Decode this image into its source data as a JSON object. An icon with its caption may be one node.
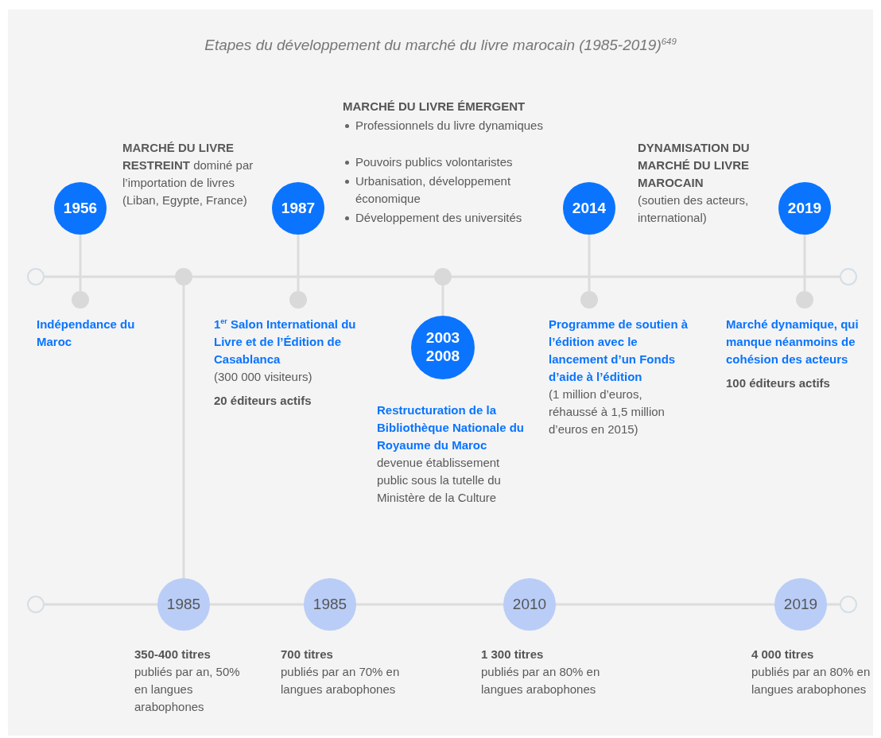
{
  "diagram": {
    "title": "Etapes du développement du marché du livre marocain (1985-2019)$^{649}$",
    "nodes": [
      {
        "text": [],
        "shape": "circle"
      },
      {
        "text": [
          "1956"
        ]
      },
      {
        "text": [],
        "shape": "circle",
        "beside": [
          "Indépendance du Maroc"
        ]
      },
      {
        "text": [],
        "shape": "circle"
      },
      {
        "text": [
          "1987"
        ]
      },
      {
        "text": [],
        "shape": "circle",
        "beside": [
          "1$^{er}$ Salon International du Livre et de l’Édition de Casablanca",
          "(300 000 visiteurs)",
          "20 éditeurs actifs"
        ]
      },
      {
        "text": [],
        "shape": "circle"
      },
      {
        "text": [
          "2003 2008"
        ],
        "beside": [
          "Restructuration de la Bibliothèque Nationale du Royaume du Maroc",
          "devenue établissement public sous la tutelle du Ministère de la Culture"
        ]
      },
      {
        "text": [
          "2014"
        ]
      },
      {
        "text": [],
        "shape": "circle",
        "beside": [
          "Programme de soutien à l’édition avec le lancement d’un Fonds d’aide à l’édition",
          "(1 million d’euros, réhaussé à 1,5 million d’euros en 2015)"
        ]
      },
      {
        "text": [
          "2019"
        ]
      },
      {
        "text": [],
        "shape": "circle",
        "beside": [
          "Marché dynamique, qui manque néanmoins de cohésion des acteurs",
          "100 éditeurs actifs"
        ]
      },
      {
        "text": [],
        "shape": "circle"
      },
      {
        "text": [],
        "shape": "circle"
      },
      {
        "text": [
          "1985"
        ],
        "beside": [
          "350-400 titres",
          "publiés par an, 50% en langues arabophones"
        ]
      },
      {
        "text": [
          "1985"
        ],
        "beside": [
          "700 titres",
          "publiés par an 70% en langues arabophones"
        ]
      },
      {
        "text": [
          "2010"
        ],
        "beside": [
          "1 300 titres",
          "publiés par an 80% en langues arabophones"
        ]
      },
      {
        "text": [
          "2019"
        ],
        "beside": [
          "4 000 titres",
          "publiés par an 80% en langues arabophones"
        ]
      },
      {
        "text": [],
        "shape": "circle"
      }
    ],
    "edges": [
      {
        "from": 0,
        "to": 3,
        "arrow": "none"
      },
      {
        "from": 3,
        "to": 6,
        "arrow": "none"
      },
      {
        "from": 6,
        "to": 12,
        "arrow": "none"
      },
      {
        "from": 1,
        "to": 2,
        "arrow": "none"
      },
      {
        "from": 4,
        "to": 5,
        "arrow": "none"
      },
      {
        "from": 6,
        "to": 7,
        "arrow": "none"
      },
      {
        "from": 8,
        "to": 9,
        "arrow": "none"
      },
      {
        "from": 10,
        "to": 11,
        "arrow": "none"
      },
      {
        "from": 3,
        "to": 14,
        "arrow": "none"
      },
      {
        "from": 13,
        "to": 14,
        "arrow": "none"
      },
      {
        "from": 14,
        "to": 15,
        "arrow": "none"
      },
      {
        "from": 15,
        "to": 16,
        "arrow": "none"
      },
      {
        "from": 16,
        "to": 17,
        "arrow": "none"
      },
      {
        "from": 17,
        "to": 18,
        "arrow": "none"
      }
    ],
    "labels": [
      "**MARCHÉ DU LIVRE RESTREINT** dominé par l’importation de livres (Liban, Egypte, France)",
      "MARCHÉ DU LIVRE ÉMERGENT",
      "Professionnels du livre dynamiques",
      "Pouvoirs publics volontaristes",
      "Urbanisation, développement économique",
      "Développement des universités",
      "DYNAMISATION DU MARCHÉ DU LIVRE MAROCAIN",
      "(soutien des acteurs, international)"
    ]
  }
}
